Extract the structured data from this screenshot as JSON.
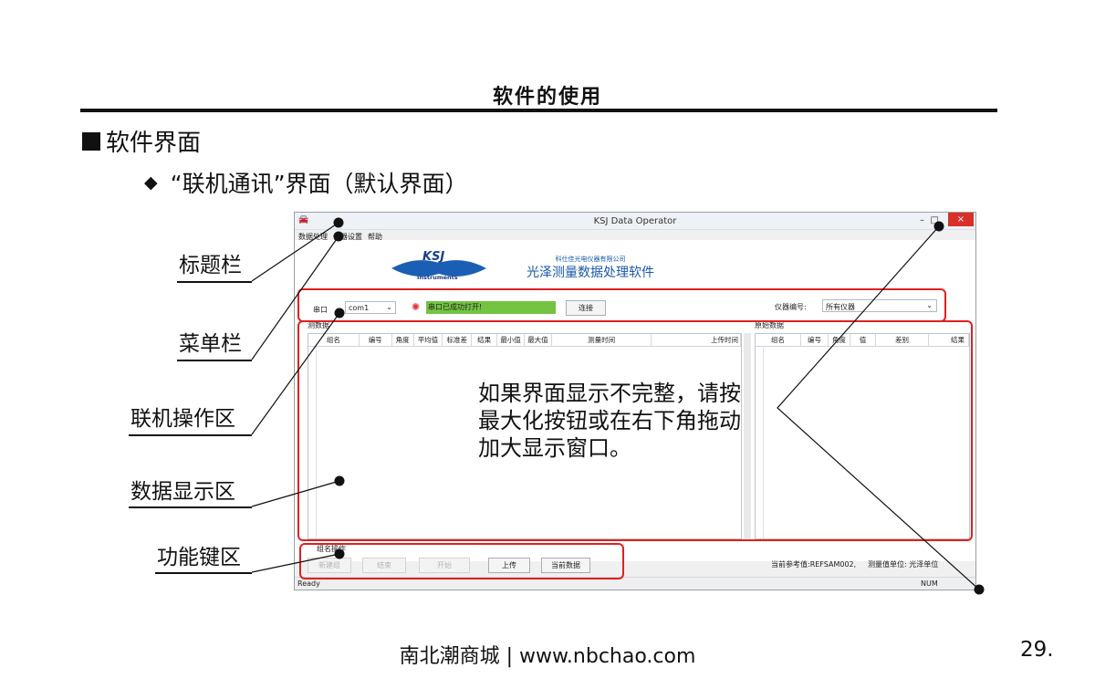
{
  "page": {
    "title": "软件的使用",
    "section": "软件界面",
    "subsection": "“联机通讯”界面（默认界面）",
    "footer": "南北潮商城 | www.nbchao.com",
    "page_number": "29."
  },
  "callouts": {
    "title_bar": "标题栏",
    "menu_bar": "菜单栏",
    "connect_area": "联机操作区",
    "data_area": "数据显示区",
    "function_area": "功能键区"
  },
  "note": {
    "line1": "如果界面显示不完整，请按",
    "line2": "最大化按钮或在右下角拖动",
    "line3": "加大显示窗口。"
  },
  "app": {
    "window_title": "KSJ Data Operator",
    "minimize": "–",
    "maximize": "□",
    "close": "×",
    "menu": [
      "数据处理",
      "仪器设置",
      "帮助"
    ],
    "logo_text": "KSJ",
    "logo_sub": "Instruments",
    "company": "科仕佳光电仪器有限公司",
    "app_name": "光泽测量数据处理软件",
    "port_label": "串口",
    "port_value": "com1",
    "status_text": "串口已成功打开!",
    "connect_button": "连接",
    "instrument_label": "仪器编号:",
    "instrument_value": "所有仪器",
    "left_panel_title": "测数据",
    "left_columns": [
      "组名",
      "编号",
      "角度",
      "平均值",
      "标准差",
      "结果",
      "最小值",
      "最大值",
      "测量时间",
      "上传时间"
    ],
    "right_panel_title": "原始数据",
    "right_columns": [
      "组名",
      "编号",
      "角度",
      "值",
      "差别",
      "结果"
    ],
    "group_label": "组名操作",
    "buttons": [
      "新建组",
      "结束",
      "开始",
      "上传",
      "当前数据"
    ],
    "reference_text": "当前参考值:REFSAM002,",
    "unit_text": "测量值单位: 光泽单位",
    "status_ready": "Ready",
    "status_num": "NUM"
  },
  "colors": {
    "highlight_box": "#e02020",
    "brand_blue": "#1a58a8",
    "status_green": "#74c442",
    "close_red": "#d9302a"
  }
}
